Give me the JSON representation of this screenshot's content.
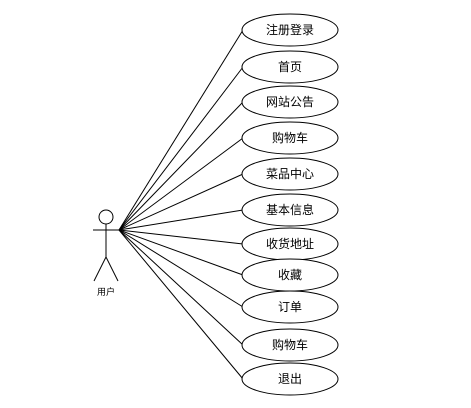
{
  "actor": {
    "label": "用户"
  },
  "use_cases": [
    {
      "label": "注册登录"
    },
    {
      "label": "首页"
    },
    {
      "label": "网站公告"
    },
    {
      "label": "购物车"
    },
    {
      "label": "菜品中心"
    },
    {
      "label": "基本信息"
    },
    {
      "label": "收货地址"
    },
    {
      "label": "收藏"
    },
    {
      "label": "订单"
    },
    {
      "label": "购物车"
    },
    {
      "label": "退出"
    }
  ],
  "colors": {
    "stroke": "#000000",
    "background": "#ffffff"
  }
}
